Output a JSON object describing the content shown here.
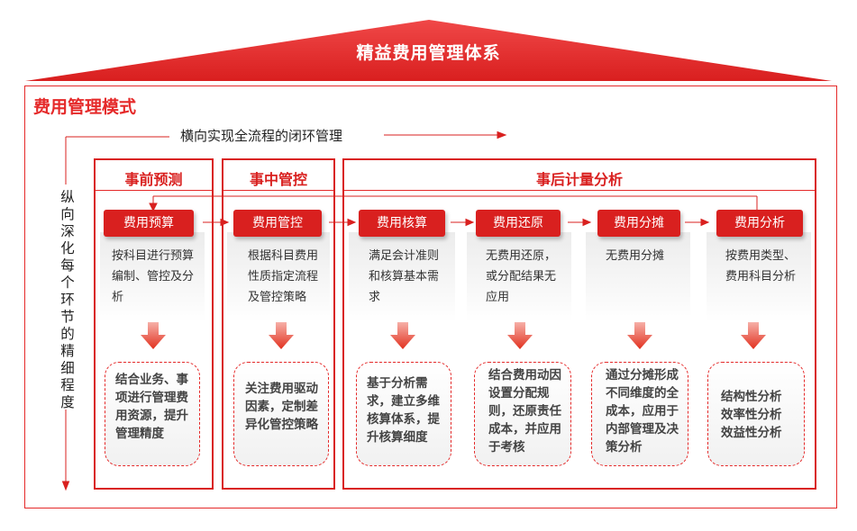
{
  "roof": {
    "title": "精益费用管理体系"
  },
  "mode": {
    "title": "费用管理模式",
    "horizontal_label": "横向实现全流程的闭环管理",
    "vertical_label": "纵向深化每个环节的精细程度"
  },
  "sections": [
    {
      "title": "事前预测"
    },
    {
      "title": "事中管控"
    },
    {
      "title": "事后计量分析"
    }
  ],
  "steps": [
    {
      "label": "费用预算",
      "desc": "按科目进行预算编制、管控及分析",
      "result": "结合业务、事项进行管理费用资源，提升管理精度"
    },
    {
      "label": "费用管控",
      "desc": "根据科目费用性质指定流程及管控策略",
      "result": "关注费用驱动因素，定制差异化管控策略"
    },
    {
      "label": "费用核算",
      "desc": "满足会计准则和核算基本需求",
      "result": "基于分析需求，建立多维核算体系，提升核算细度"
    },
    {
      "label": "费用还原",
      "desc": "无费用还原，或分配结果无应用",
      "result": "结合费用动因设置分配规则，还原责任成本，并应用于考核"
    },
    {
      "label": "费用分摊",
      "desc": "无费用分摊",
      "result": "通过分摊形成不同维度的全成本，应用于内部管理及决策分析"
    },
    {
      "label": "费用分析",
      "desc": "按费用类型、费用科目分析",
      "result": "结构性分析\n效率性分析\n效益性分析"
    }
  ],
  "colors": {
    "accent": "#d9201f",
    "roof": "#e52a2a",
    "text": "#333333"
  }
}
